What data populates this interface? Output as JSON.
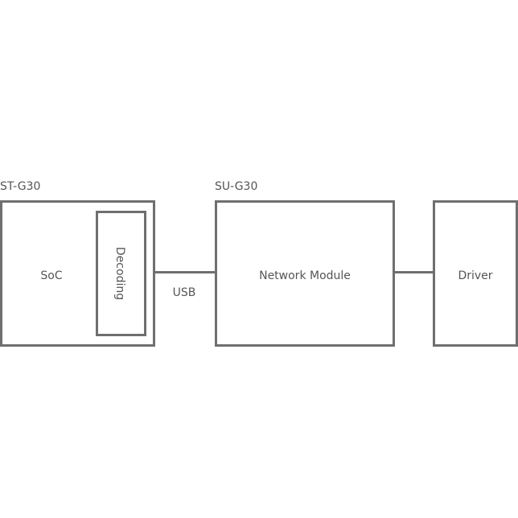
{
  "groups": {
    "st_g30": "ST-G30",
    "su_g30": "SU-G30"
  },
  "blocks": {
    "soc": "SoC",
    "decoding": "Decoding",
    "network_module": "Network Module",
    "driver": "Driver"
  },
  "connections": {
    "usb": "USB"
  },
  "colors": {
    "stroke": "#6f6f6f",
    "text": "#555555"
  }
}
